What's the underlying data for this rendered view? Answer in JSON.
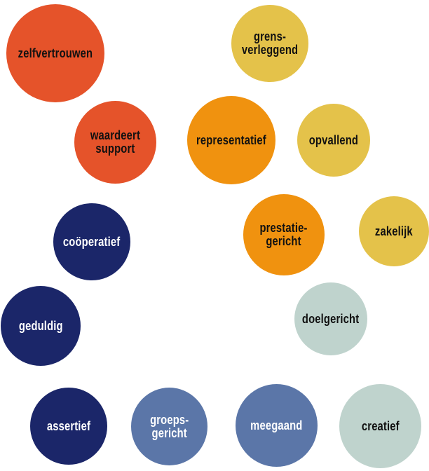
{
  "colors": {
    "red": "#E5532A",
    "orange": "#F0920F",
    "yellow": "#E4C24A",
    "navy": "#1B2669",
    "steel": "#5B76A8",
    "sage": "#BFD3CD"
  },
  "bubbles": [
    {
      "label": "zelfvertrouwen",
      "color": "red"
    },
    {
      "label": "grens-\nverleggend",
      "color": "yellow"
    },
    {
      "label": "waardeert\nsupport",
      "color": "red"
    },
    {
      "label": "representatief",
      "color": "orange"
    },
    {
      "label": "opvallend",
      "color": "yellow"
    },
    {
      "label": "coöperatief",
      "color": "navy"
    },
    {
      "label": "prestatie-\ngericht",
      "color": "orange"
    },
    {
      "label": "zakelijk",
      "color": "yellow"
    },
    {
      "label": "geduldig",
      "color": "navy"
    },
    {
      "label": "doelgericht",
      "color": "sage"
    },
    {
      "label": "assertief",
      "color": "navy"
    },
    {
      "label": "groeps-\ngericht",
      "color": "steel"
    },
    {
      "label": "meegaand",
      "color": "steel"
    },
    {
      "label": "creatief",
      "color": "sage"
    }
  ]
}
